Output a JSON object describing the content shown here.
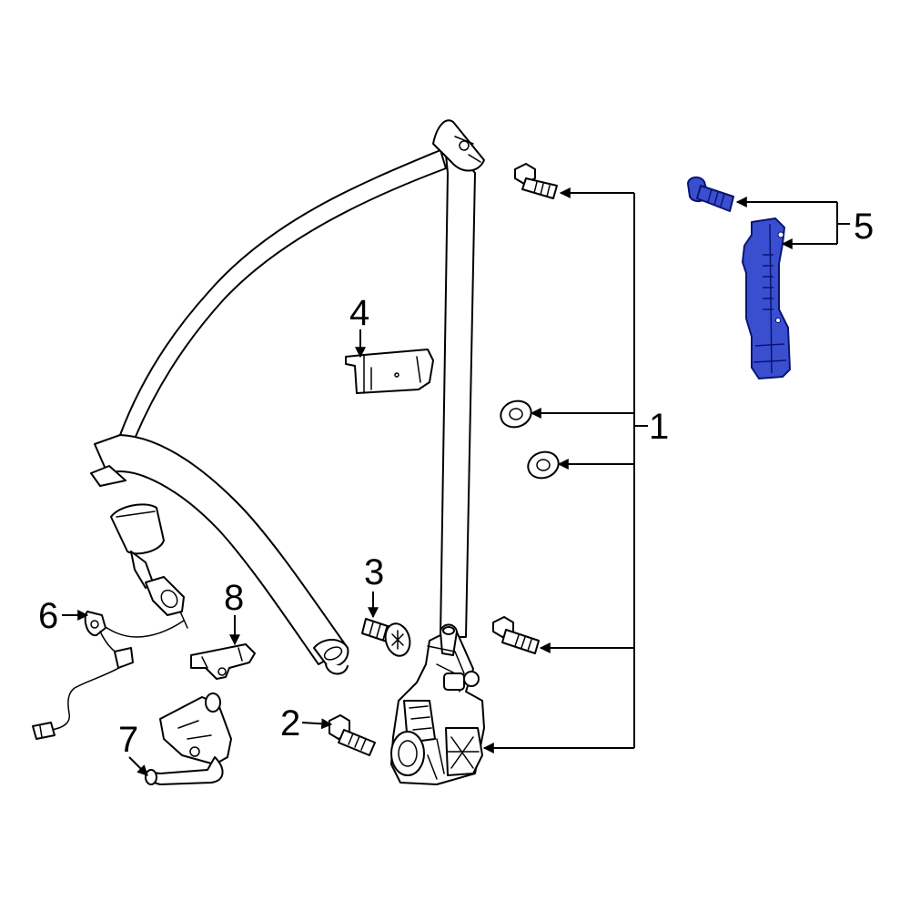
{
  "callouts": {
    "c1": "1",
    "c2": "2",
    "c3": "3",
    "c4": "4",
    "c5": "5",
    "c6": "6",
    "c7": "7",
    "c8": "8"
  },
  "colors": {
    "highlight": "#3a4fd0",
    "highlight_outline": "#0a1470",
    "line": "#000000",
    "background": "#ffffff"
  }
}
